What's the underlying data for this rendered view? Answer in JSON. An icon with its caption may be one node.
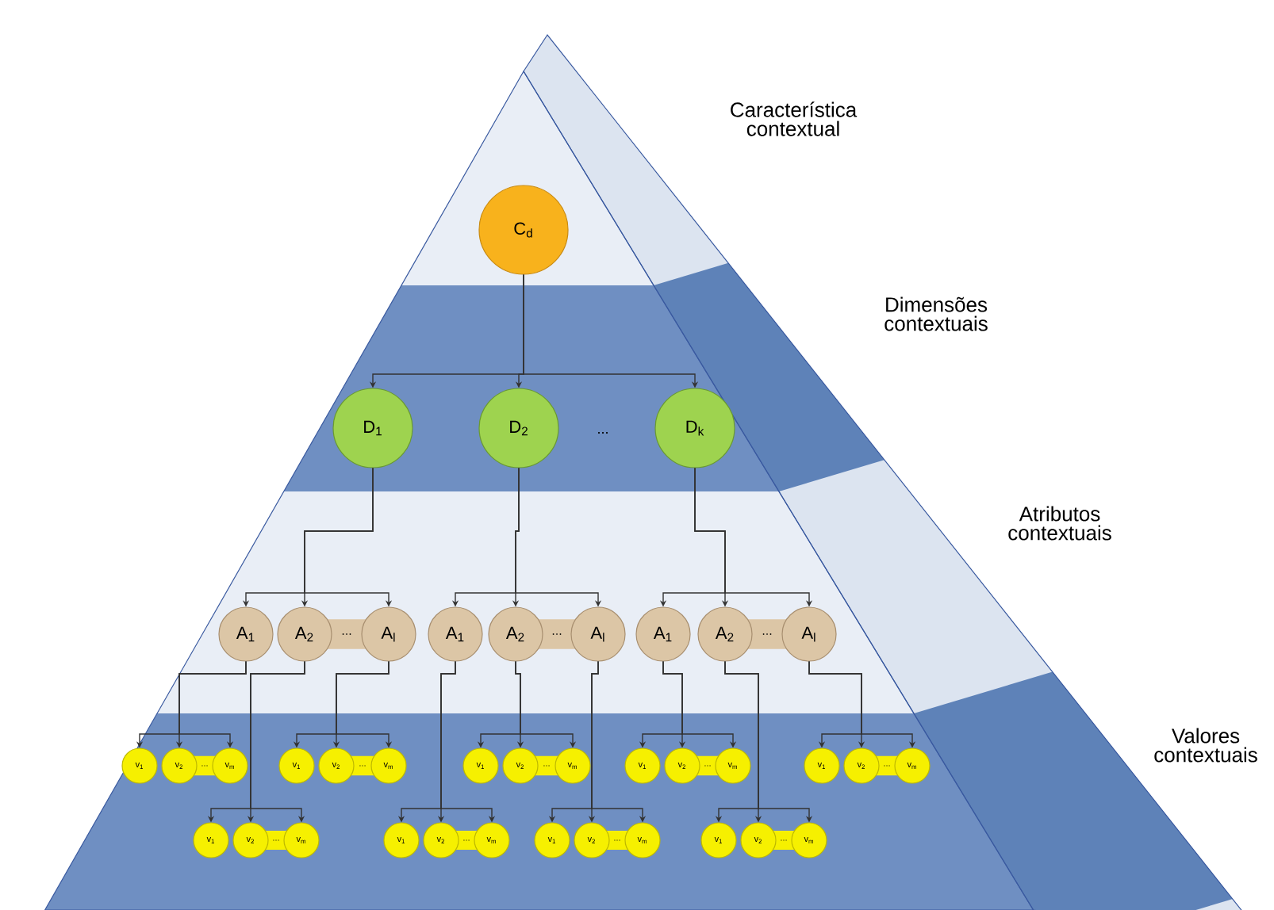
{
  "diagram": {
    "nodes": [
      {
        "text": [
          "C$_{d}$"
        ]
      },
      {
        "text": [
          "D$_{1}$"
        ]
      },
      {
        "text": [
          "D$_{2}$"
        ]
      },
      {
        "text": [
          "D$_{k}$"
        ]
      },
      {
        "text": [
          "A$_{1}$"
        ]
      },
      {
        "text": [
          "A$_{2}$"
        ]
      },
      {
        "text": [
          "A$_{l}$"
        ]
      },
      {
        "text": [
          "A$_{1}$"
        ]
      },
      {
        "text": [
          "A$_{2}$"
        ]
      },
      {
        "text": [
          "A$_{l}$"
        ]
      },
      {
        "text": [
          "A$_{1}$"
        ]
      },
      {
        "text": [
          "A$_{2}$"
        ]
      },
      {
        "text": [
          "A$_{l}$"
        ]
      },
      {
        "text": [
          "v$_{1}$"
        ]
      },
      {
        "text": [
          "v$_{2}$"
        ]
      },
      {
        "text": [
          "v$_{m}$"
        ]
      },
      {
        "text": [
          "v$_{1}$"
        ]
      },
      {
        "text": [
          "v$_{2}$"
        ]
      },
      {
        "text": [
          "v$_{m}$"
        ]
      },
      {
        "text": [
          "v$_{1}$"
        ]
      },
      {
        "text": [
          "v$_{2}$"
        ]
      },
      {
        "text": [
          "v$_{m}$"
        ]
      },
      {
        "text": [
          "v$_{1}$"
        ]
      },
      {
        "text": [
          "v$_{2}$"
        ]
      },
      {
        "text": [
          "v$_{m}$"
        ]
      },
      {
        "text": [
          "v$_{1}$"
        ]
      },
      {
        "text": [
          "v$_{2}$"
        ]
      },
      {
        "text": [
          "v$_{m}$"
        ]
      },
      {
        "text": [
          "v$_{1}$"
        ]
      },
      {
        "text": [
          "v$_{2}$"
        ]
      },
      {
        "text": [
          "v$_{m}$"
        ]
      },
      {
        "text": [
          "v$_{1}$"
        ]
      },
      {
        "text": [
          "v$_{2}$"
        ]
      },
      {
        "text": [
          "v$_{m}$"
        ]
      },
      {
        "text": [
          "v$_{1}$"
        ]
      },
      {
        "text": [
          "v$_{2}$"
        ]
      },
      {
        "text": [
          "v$_{m}$"
        ]
      },
      {
        "text": [
          "v$_{1}$"
        ]
      },
      {
        "text": [
          "v$_{2}$"
        ]
      },
      {
        "text": [
          "v$_{m}$"
        ]
      }
    ],
    "edges": [
      {
        "from": 0,
        "to": 1,
        "arrow": "to"
      },
      {
        "from": 0,
        "to": 2,
        "arrow": "to"
      },
      {
        "from": 0,
        "to": 3,
        "arrow": "to"
      },
      {
        "from": 1,
        "to": 4,
        "arrow": "to"
      },
      {
        "from": 1,
        "to": 5,
        "arrow": "to"
      },
      {
        "from": 1,
        "to": 6,
        "arrow": "to"
      },
      {
        "from": 2,
        "to": 7,
        "arrow": "to"
      },
      {
        "from": 2,
        "to": 8,
        "arrow": "to"
      },
      {
        "from": 2,
        "to": 9,
        "arrow": "to"
      },
      {
        "from": 3,
        "to": 10,
        "arrow": "to"
      },
      {
        "from": 3,
        "to": 11,
        "arrow": "to"
      },
      {
        "from": 3,
        "to": 12,
        "arrow": "to"
      },
      {
        "from": 4,
        "to": 13,
        "arrow": "to"
      },
      {
        "from": 4,
        "to": 14,
        "arrow": "to"
      },
      {
        "from": 4,
        "to": 15,
        "arrow": "to"
      },
      {
        "from": 5,
        "to": 16,
        "arrow": "to"
      },
      {
        "from": 5,
        "to": 17,
        "arrow": "to"
      },
      {
        "from": 5,
        "to": 18,
        "arrow": "to"
      },
      {
        "from": 6,
        "to": 19,
        "arrow": "to"
      },
      {
        "from": 6,
        "to": 20,
        "arrow": "to"
      },
      {
        "from": 6,
        "to": 21,
        "arrow": "to"
      },
      {
        "from": 7,
        "to": 22,
        "arrow": "to"
      },
      {
        "from": 7,
        "to": 23,
        "arrow": "to"
      },
      {
        "from": 7,
        "to": 24,
        "arrow": "to"
      },
      {
        "from": 8,
        "to": 25,
        "arrow": "to"
      },
      {
        "from": 8,
        "to": 26,
        "arrow": "to"
      },
      {
        "from": 8,
        "to": 27,
        "arrow": "to"
      },
      {
        "from": 9,
        "to": 28,
        "arrow": "to"
      },
      {
        "from": 9,
        "to": 29,
        "arrow": "to"
      },
      {
        "from": 9,
        "to": 30,
        "arrow": "to"
      },
      {
        "from": 10,
        "to": 31,
        "arrow": "to"
      },
      {
        "from": 10,
        "to": 32,
        "arrow": "to"
      },
      {
        "from": 10,
        "to": 33,
        "arrow": "to"
      },
      {
        "from": 11,
        "to": 34,
        "arrow": "to"
      },
      {
        "from": 11,
        "to": 35,
        "arrow": "to"
      },
      {
        "from": 11,
        "to": 36,
        "arrow": "to"
      },
      {
        "from": 12,
        "to": 37,
        "arrow": "to"
      },
      {
        "from": 12,
        "to": 38,
        "arrow": "to"
      },
      {
        "from": 12,
        "to": 39,
        "arrow": "to"
      }
    ],
    "labels": [
      "Característica contextual",
      "Dimensões contextuais",
      "...",
      "Atributos contextuais",
      "...",
      "...",
      "...",
      "Valores contextuais",
      "...",
      "...",
      "...",
      "...",
      "...",
      "...",
      "...",
      "...",
      "..."
    ]
  }
}
